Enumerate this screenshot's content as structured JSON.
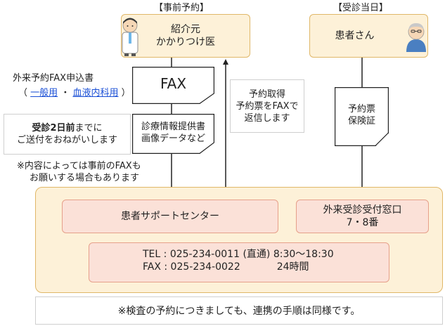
{
  "headers": {
    "advance": "【事前予約】",
    "visit_day": "【受診当日】"
  },
  "referring_doctor": {
    "line1": "紹介元",
    "line2": "かかりつけ医"
  },
  "patient": {
    "label": "患者さん"
  },
  "fax_doc": {
    "label": "FAX"
  },
  "application_form": {
    "title": "外来予約FAX申込書",
    "open": "（",
    "link_general": "一般用",
    "sep": "・",
    "link_hematology": "血液内科用",
    "close": "）"
  },
  "send_note": {
    "bold": "受診2日前",
    "rest": "までに",
    "line2": "ご送付をおねがいします"
  },
  "info_doc": {
    "line1": "診療情報提供書",
    "line2": "画像データなど"
  },
  "content_note": {
    "line1": "※内容によっては事前のFAXも",
    "line2": "お願いする場合もあります"
  },
  "reply_note": {
    "line1": "予約取得",
    "line2": "予約票をFAXで",
    "line3": "返信します"
  },
  "ticket_doc": {
    "line1": "予約票",
    "line2": "保険証"
  },
  "support_center": {
    "label": "患者サポートセンター"
  },
  "reception": {
    "line1": "外来受診受付窓口",
    "line2": "7・8番"
  },
  "contact": {
    "tel": "TEL : 025-234-0011 (直通) 8:30〜18:30",
    "fax_prefix": "FAX : 025-234-0022",
    "fax_hours": "24時間"
  },
  "footer_note": "※検査の予約につきましても、連携の手順は同様です。",
  "colors": {
    "peach_fill": "#fdf1d8",
    "peach_border": "#e0b768",
    "pink_fill": "#fbe1d8",
    "pink_border": "#e6a08a",
    "link": "#1a4fd6"
  },
  "icons": [
    "doctor-icon",
    "elderly-patient-icon"
  ]
}
